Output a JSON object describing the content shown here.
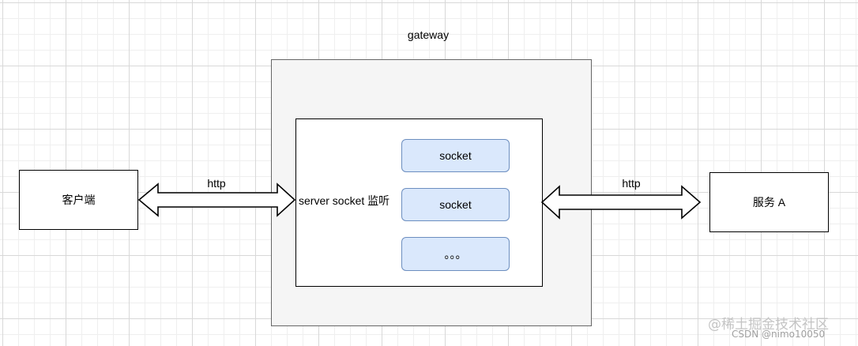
{
  "diagram": {
    "gateway_label": "gateway",
    "server_socket_label": "server socket 监听",
    "sockets": [
      "socket",
      "socket",
      "。。。"
    ],
    "client_label": "客户端",
    "service_label": "服务 A",
    "left_connection_label": "http",
    "right_connection_label": "http"
  },
  "watermark": {
    "line1": "@稀土掘金技术社区",
    "line2": "CSDN @nimo10050"
  },
  "colors": {
    "canvas_grid": "#d8d8d8",
    "gateway_fill": "#f5f5f5",
    "gateway_border": "#666666",
    "socket_fill": "#dae8fc",
    "socket_border": "#6c8ebf"
  }
}
